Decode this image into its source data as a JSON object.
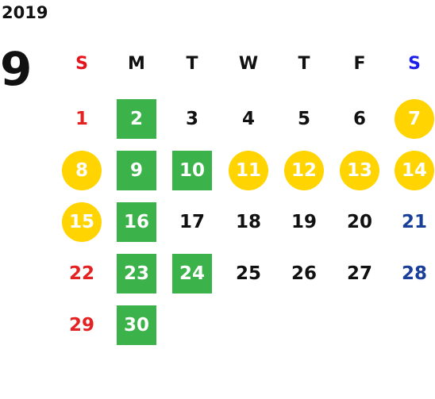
{
  "year": "2019",
  "month": "9",
  "weekdays": [
    {
      "label": "S",
      "color": "#e8121c"
    },
    {
      "label": "M",
      "color": "#111111"
    },
    {
      "label": "T",
      "color": "#111111"
    },
    {
      "label": "W",
      "color": "#111111"
    },
    {
      "label": "T",
      "color": "#111111"
    },
    {
      "label": "F",
      "color": "#111111"
    },
    {
      "label": "S",
      "color": "#1d1ee8"
    }
  ],
  "colors": {
    "green_highlight": "#3bb34a",
    "yellow_highlight": "#ffd400",
    "sunday": "#e52222",
    "saturday": "#1a3f99"
  },
  "weeks": [
    [
      {
        "day": "1",
        "style": "sun"
      },
      {
        "day": "2",
        "style": "green"
      },
      {
        "day": "3",
        "style": "plain"
      },
      {
        "day": "4",
        "style": "plain"
      },
      {
        "day": "5",
        "style": "plain"
      },
      {
        "day": "6",
        "style": "plain"
      },
      {
        "day": "7",
        "style": "yellow"
      }
    ],
    [
      {
        "day": "8",
        "style": "yellow"
      },
      {
        "day": "9",
        "style": "green"
      },
      {
        "day": "10",
        "style": "green"
      },
      {
        "day": "11",
        "style": "yellow"
      },
      {
        "day": "12",
        "style": "yellow"
      },
      {
        "day": "13",
        "style": "yellow"
      },
      {
        "day": "14",
        "style": "yellow"
      }
    ],
    [
      {
        "day": "15",
        "style": "yellow"
      },
      {
        "day": "16",
        "style": "green"
      },
      {
        "day": "17",
        "style": "plain"
      },
      {
        "day": "18",
        "style": "plain"
      },
      {
        "day": "19",
        "style": "plain"
      },
      {
        "day": "20",
        "style": "plain"
      },
      {
        "day": "21",
        "style": "sat"
      }
    ],
    [
      {
        "day": "22",
        "style": "sun"
      },
      {
        "day": "23",
        "style": "green"
      },
      {
        "day": "24",
        "style": "green"
      },
      {
        "day": "25",
        "style": "plain"
      },
      {
        "day": "26",
        "style": "plain"
      },
      {
        "day": "27",
        "style": "plain"
      },
      {
        "day": "28",
        "style": "sat"
      }
    ],
    [
      {
        "day": "29",
        "style": "sun"
      },
      {
        "day": "30",
        "style": "green"
      }
    ]
  ]
}
